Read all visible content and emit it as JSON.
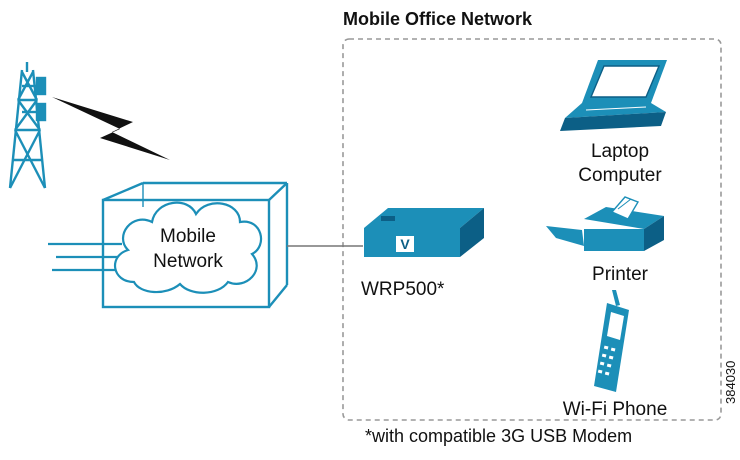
{
  "title": "Mobile Office Network",
  "cloud": {
    "line1": "Mobile",
    "line2": "Network"
  },
  "router": {
    "label": "WRP500*",
    "badge": "V"
  },
  "laptop": {
    "line1": "Laptop",
    "line2": "Computer"
  },
  "printer": {
    "label": "Printer"
  },
  "phone": {
    "label": "Wi-Fi Phone"
  },
  "footnote": "*with compatible 3G USB Modem",
  "figure_id": "384030",
  "colors": {
    "accent": "#1c8fb8",
    "accent_dark": "#0c5f86",
    "ink": "#111111",
    "dash": "#999999"
  }
}
